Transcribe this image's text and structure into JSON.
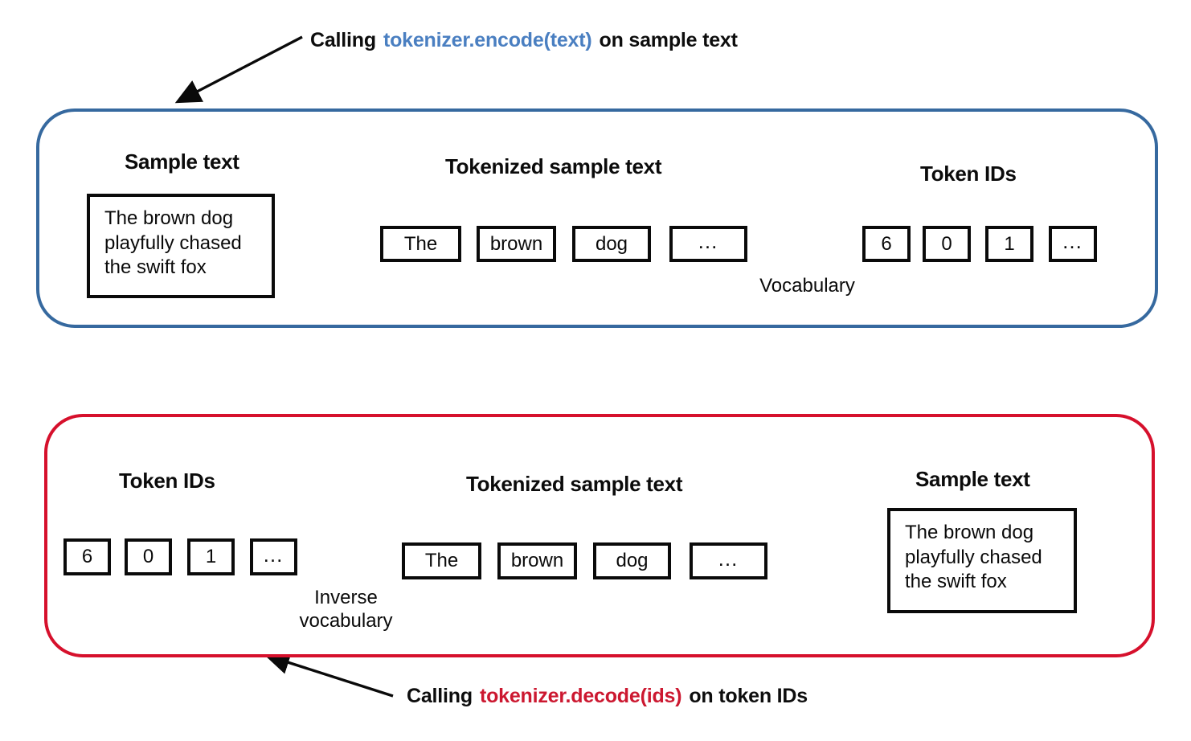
{
  "captions": {
    "top": {
      "prefix": "Calling",
      "code": "tokenizer.encode(text)",
      "suffix": "on sample text",
      "code_color": "#4a7fc1"
    },
    "bottom": {
      "prefix": "Calling",
      "code": "tokenizer.decode(ids)",
      "suffix": "on token IDs",
      "code_color": "#cc1830"
    }
  },
  "encode_panel": {
    "border_color": "#36699f",
    "headings": {
      "sample_text": "Sample text",
      "tokenized": "Tokenized sample text",
      "token_ids": "Token IDs"
    },
    "sample_text": "The brown dog playfully chased the swift fox",
    "tokens": [
      "The",
      "brown",
      "dog",
      "…"
    ],
    "token_ids": [
      "6",
      "0",
      "1",
      "…"
    ],
    "arrow_label": "Vocabulary"
  },
  "decode_panel": {
    "border_color": "#d6102c",
    "headings": {
      "token_ids": "Token IDs",
      "tokenized": "Tokenized sample text",
      "sample_text": "Sample text"
    },
    "token_ids": [
      "6",
      "0",
      "1",
      "…"
    ],
    "tokens": [
      "The",
      "brown",
      "dog",
      "…"
    ],
    "sample_text": "The brown dog playfully chased the swift fox",
    "arrow_label_line1": "Inverse",
    "arrow_label_line2": "vocabulary"
  }
}
